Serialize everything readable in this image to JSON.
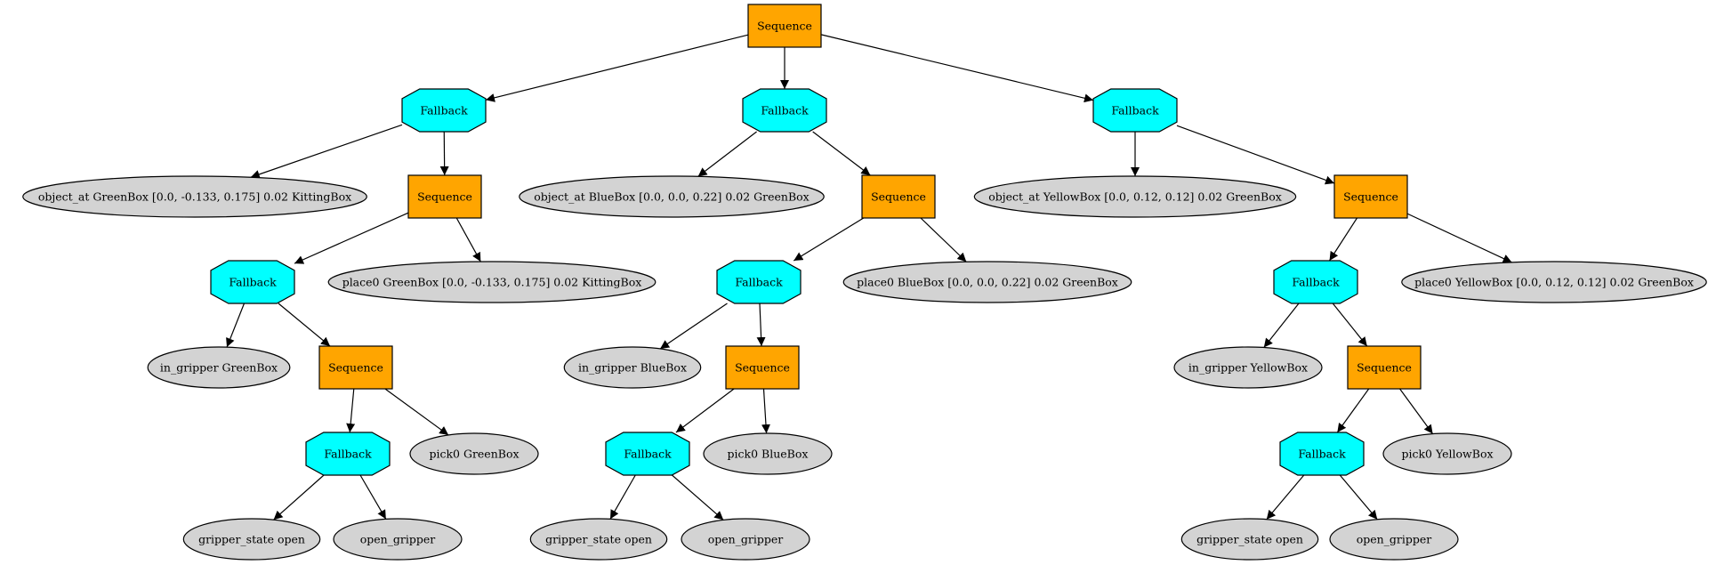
{
  "colors": {
    "sequence": "#ffa500",
    "fallback": "#00ffff",
    "condition": "#d3d3d3",
    "edge": "#000000"
  },
  "nodes": [
    {
      "id": "n0",
      "type": "sequence",
      "label": "Sequence"
    },
    {
      "id": "n1",
      "type": "fallback",
      "label": "Fallback"
    },
    {
      "id": "n2",
      "type": "fallback",
      "label": "Fallback"
    },
    {
      "id": "n3",
      "type": "fallback",
      "label": "Fallback"
    },
    {
      "id": "n4",
      "type": "condition",
      "label": "object_at GreenBox [0.0, -0.133, 0.175] 0.02 KittingBox"
    },
    {
      "id": "n5",
      "type": "sequence",
      "label": "Sequence"
    },
    {
      "id": "n6",
      "type": "condition",
      "label": "object_at BlueBox [0.0, 0.0, 0.22] 0.02 GreenBox"
    },
    {
      "id": "n7",
      "type": "sequence",
      "label": "Sequence"
    },
    {
      "id": "n8",
      "type": "condition",
      "label": "object_at YellowBox [0.0, 0.12, 0.12] 0.02 GreenBox"
    },
    {
      "id": "n9",
      "type": "sequence",
      "label": "Sequence"
    },
    {
      "id": "n10",
      "type": "fallback",
      "label": "Fallback"
    },
    {
      "id": "n11",
      "type": "condition",
      "label": "place0 GreenBox [0.0, -0.133, 0.175] 0.02 KittingBox"
    },
    {
      "id": "n12",
      "type": "fallback",
      "label": "Fallback"
    },
    {
      "id": "n13",
      "type": "condition",
      "label": "place0 BlueBox [0.0, 0.0, 0.22] 0.02 GreenBox"
    },
    {
      "id": "n14",
      "type": "fallback",
      "label": "Fallback"
    },
    {
      "id": "n15",
      "type": "condition",
      "label": "place0 YellowBox [0.0, 0.12, 0.12] 0.02 GreenBox"
    },
    {
      "id": "n16",
      "type": "condition",
      "label": "in_gripper GreenBox"
    },
    {
      "id": "n17",
      "type": "sequence",
      "label": "Sequence"
    },
    {
      "id": "n18",
      "type": "condition",
      "label": "in_gripper BlueBox"
    },
    {
      "id": "n19",
      "type": "sequence",
      "label": "Sequence"
    },
    {
      "id": "n20",
      "type": "condition",
      "label": "in_gripper YellowBox"
    },
    {
      "id": "n21",
      "type": "sequence",
      "label": "Sequence"
    },
    {
      "id": "n22",
      "type": "fallback",
      "label": "Fallback"
    },
    {
      "id": "n23",
      "type": "condition",
      "label": "pick0 GreenBox"
    },
    {
      "id": "n24",
      "type": "fallback",
      "label": "Fallback"
    },
    {
      "id": "n25",
      "type": "condition",
      "label": "pick0 BlueBox"
    },
    {
      "id": "n26",
      "type": "fallback",
      "label": "Fallback"
    },
    {
      "id": "n27",
      "type": "condition",
      "label": "pick0 YellowBox"
    },
    {
      "id": "n28",
      "type": "condition",
      "label": "gripper_state open"
    },
    {
      "id": "n29",
      "type": "condition",
      "label": "open_gripper"
    },
    {
      "id": "n30",
      "type": "condition",
      "label": "gripper_state open"
    },
    {
      "id": "n31",
      "type": "condition",
      "label": "open_gripper"
    },
    {
      "id": "n32",
      "type": "condition",
      "label": "gripper_state open"
    },
    {
      "id": "n33",
      "type": "condition",
      "label": "open_gripper"
    }
  ],
  "edges": [
    [
      "n0",
      "n1"
    ],
    [
      "n0",
      "n2"
    ],
    [
      "n0",
      "n3"
    ],
    [
      "n1",
      "n4"
    ],
    [
      "n1",
      "n5"
    ],
    [
      "n2",
      "n6"
    ],
    [
      "n2",
      "n7"
    ],
    [
      "n3",
      "n8"
    ],
    [
      "n3",
      "n9"
    ],
    [
      "n5",
      "n10"
    ],
    [
      "n5",
      "n11"
    ],
    [
      "n7",
      "n12"
    ],
    [
      "n7",
      "n13"
    ],
    [
      "n9",
      "n14"
    ],
    [
      "n9",
      "n15"
    ],
    [
      "n10",
      "n16"
    ],
    [
      "n10",
      "n17"
    ],
    [
      "n12",
      "n18"
    ],
    [
      "n12",
      "n19"
    ],
    [
      "n14",
      "n20"
    ],
    [
      "n14",
      "n21"
    ],
    [
      "n17",
      "n22"
    ],
    [
      "n17",
      "n23"
    ],
    [
      "n19",
      "n24"
    ],
    [
      "n19",
      "n25"
    ],
    [
      "n21",
      "n26"
    ],
    [
      "n21",
      "n27"
    ],
    [
      "n22",
      "n28"
    ],
    [
      "n22",
      "n29"
    ],
    [
      "n24",
      "n30"
    ],
    [
      "n24",
      "n31"
    ],
    [
      "n26",
      "n32"
    ],
    [
      "n26",
      "n33"
    ]
  ]
}
